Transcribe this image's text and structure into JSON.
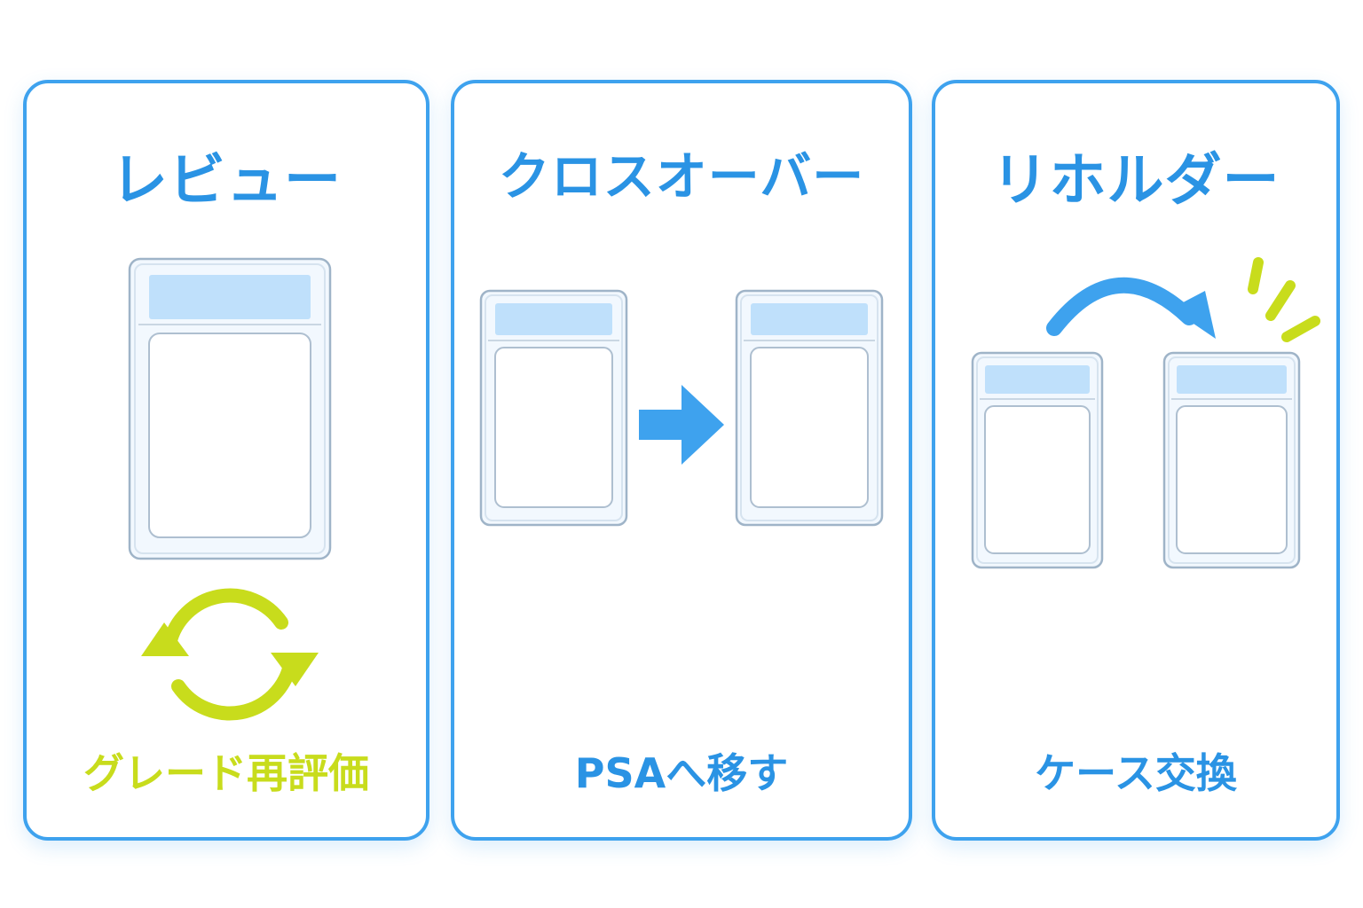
{
  "panels": [
    {
      "id": "review",
      "title": "レビュー",
      "caption": "グレード再評価",
      "caption_color": "#c8dc1c",
      "icons": [
        "graded-slab-icon",
        "refresh-cycle-icon"
      ]
    },
    {
      "id": "crossover",
      "title": "クロスオーバー",
      "caption": "PSAへ移す",
      "caption_color": "#2a93e4",
      "icons": [
        "graded-slab-icon",
        "right-arrow-icon",
        "graded-slab-icon"
      ]
    },
    {
      "id": "reholder",
      "title": "リホルダー",
      "caption": "ケース交換",
      "caption_color": "#2a93e4",
      "icons": [
        "graded-slab-icon",
        "curved-arrow-icon",
        "graded-slab-icon",
        "sparkle-icon"
      ]
    }
  ],
  "colors": {
    "primary_blue": "#3ea2ee",
    "title_blue": "#2a93e4",
    "accent_lime": "#c8dc1c",
    "label_blue": "#bfe0fb"
  }
}
